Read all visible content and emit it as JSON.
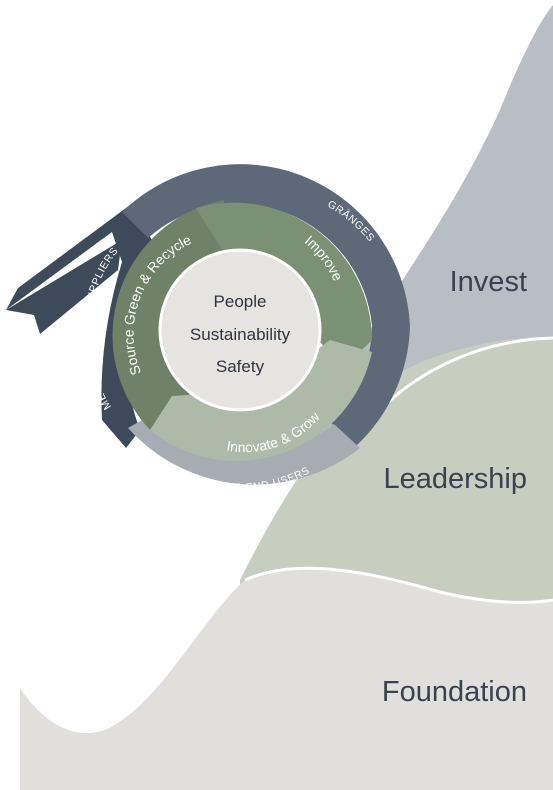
{
  "layers": {
    "invest": "Invest",
    "leadership": "Leadership",
    "foundation": "Foundation"
  },
  "core": {
    "line1": "People",
    "line2": "Sustainability",
    "line3": "Safety"
  },
  "cycle": {
    "source": "Source Green & Recycle",
    "improve": "Improve",
    "innovate": "Innovate & Grow"
  },
  "outer_ring": {
    "granges": "GRÄNGES",
    "suppliers": "METAL & ENERGY SUPPLIERS",
    "customers": "CUSTOMER & END-USERS"
  },
  "colors": {
    "invest": "#b9bdc4",
    "leadership": "#c7cdbf",
    "foundation": "#e0dfdb",
    "granges_ring": "#5d6878",
    "suppliers_arrow": "#3d4a5a",
    "customers_ring": "#a7abb2",
    "source": "#6d8266",
    "improve": "#7b9174",
    "innovate": "#aebaa8",
    "core": "#e6e4e0",
    "text_dark": "#3a4150"
  }
}
